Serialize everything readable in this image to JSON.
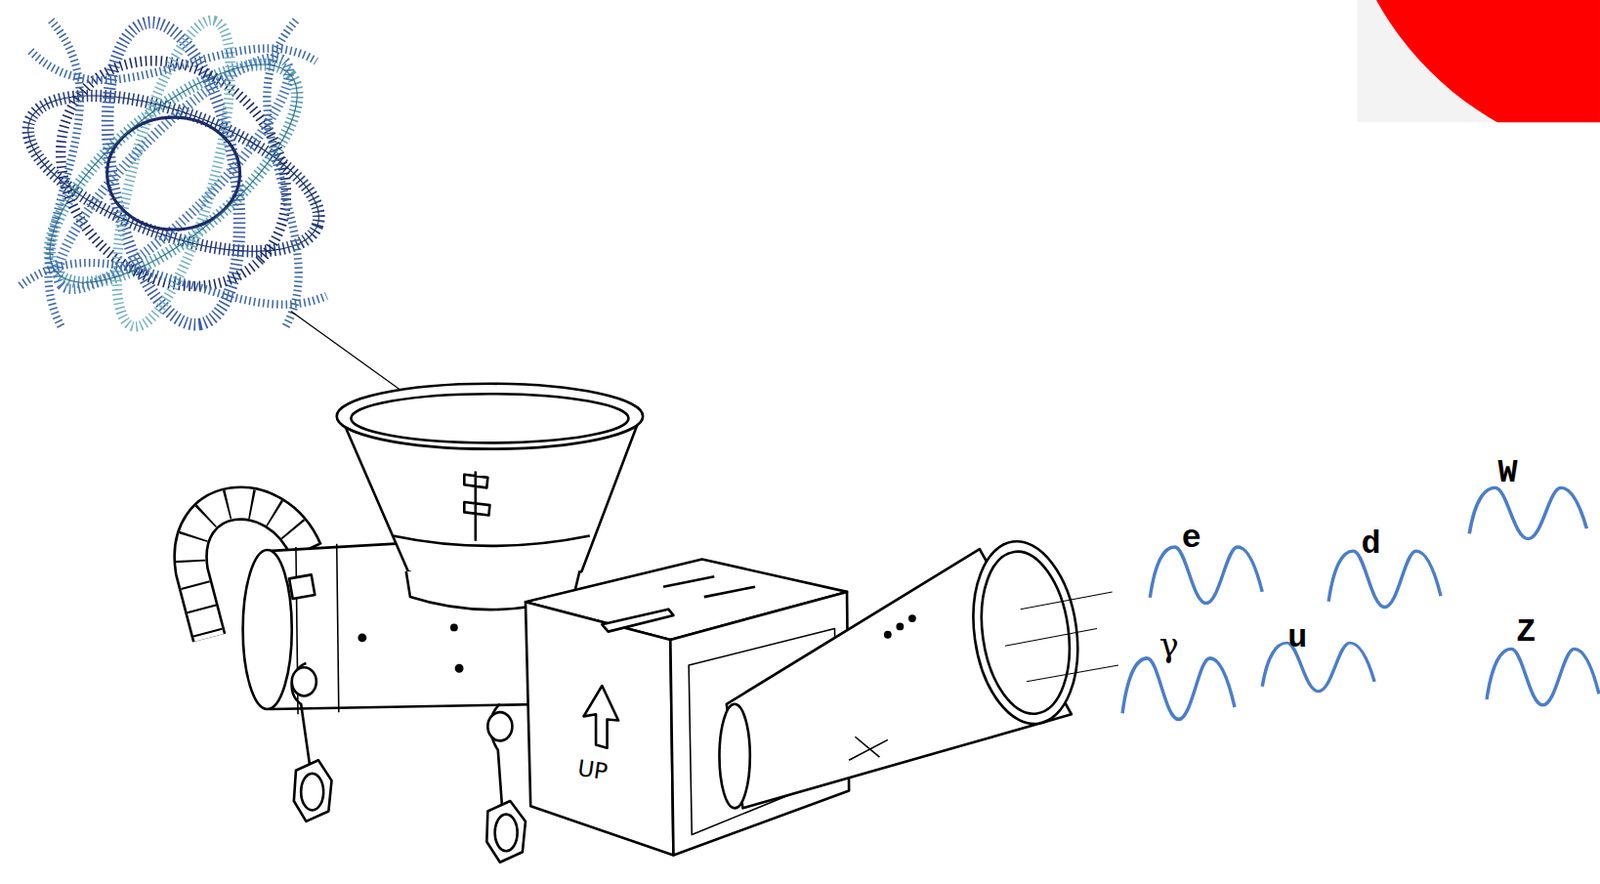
{
  "diagram": {
    "labels": [
      "W",
      "e",
      "d",
      "γ",
      "u",
      "Z",
      "UP"
    ]
  }
}
